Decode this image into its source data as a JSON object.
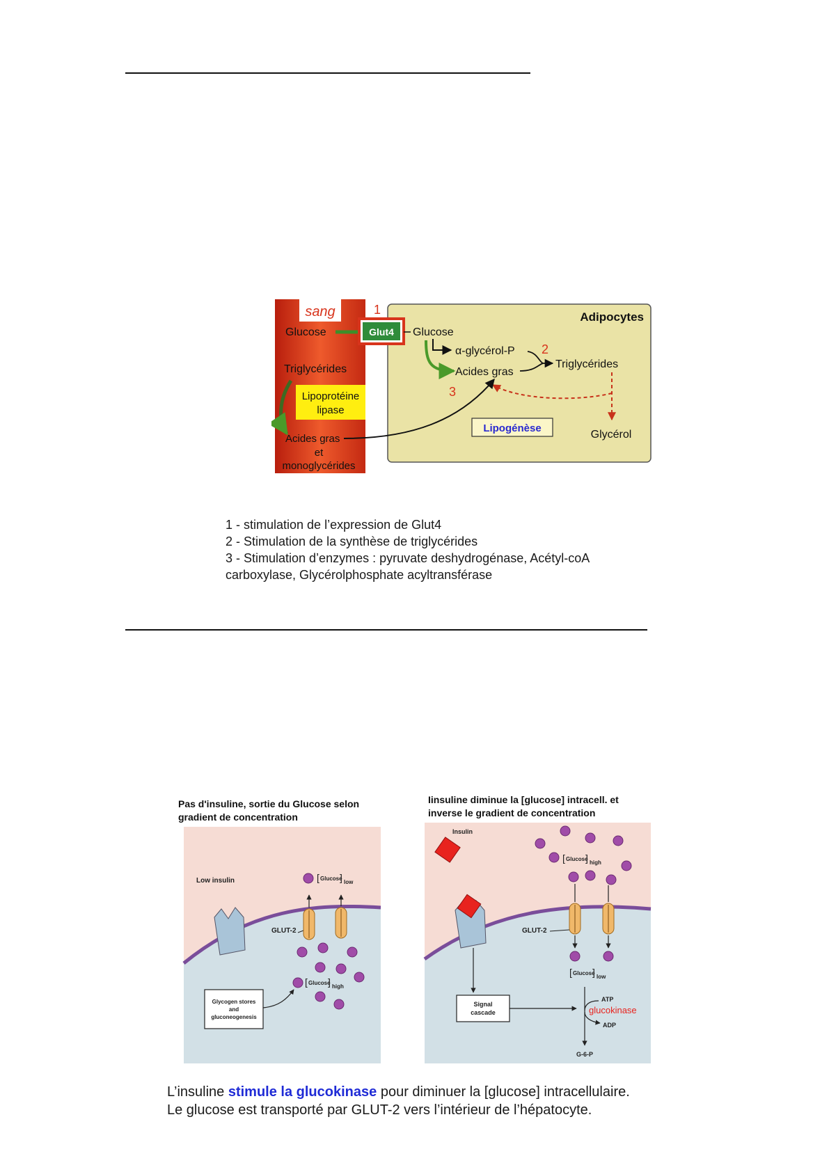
{
  "adipocyte_figure": {
    "sang": "sang",
    "num1": "1",
    "glucose_blood": "Glucose",
    "glut4": "Glut4",
    "glucose_cell": "Glucose",
    "adipocytes": "Adipocytes",
    "alpha_glycerol": "α-glycérol-P",
    "num2": "2",
    "triglycerides_cell": "Triglycérides",
    "acides_gras_cell": "Acides gras",
    "num3": "3",
    "triglycerides_blood": "Triglycérides",
    "lpl_line1": "Lipoprotéine",
    "lpl_line2": "lipase",
    "ag_blood_line1": "Acides gras",
    "ag_blood_line2": "et",
    "ag_blood_line3": "monoglycérides",
    "lipogenese": "Lipogénèse",
    "glycerol": "Glycérol"
  },
  "caption1": {
    "line1": "1 - stimulation de l’expression de Glut4",
    "line2": "2 - Stimulation de la synthèse de triglycérides",
    "line3": "3 - Stimulation d’enzymes : pyruvate deshydrogénase, Acétyl-coA",
    "line4": "carboxylase, Glycérolphosphate acyltransférase"
  },
  "hepato_figure": {
    "left_title_1": "Pas d'insuline, sortie du Glucose selon",
    "left_title_2": "gradient de concentration",
    "right_title_1": "Iinsuline diminue la [glucose] intracell. et",
    "right_title_2": "inverse le gradient de concentration",
    "low_insulin": "Low insulin",
    "glut2_left": "GLUT-2",
    "glucose_word": "Glucose",
    "low": "low",
    "high": "high",
    "glycogen_1": "Glycogen stores",
    "glycogen_2": "and",
    "glycogen_3": "gluconeogenesis",
    "insulin": "Insulin",
    "glut2_right": "GLUT-2",
    "signal_1": "Signal",
    "signal_2": "cascade",
    "atp": "ATP",
    "glucokinase": "glucokinase",
    "adp": "ADP",
    "g6p": "G-6-P"
  },
  "caption2": {
    "line1_pre": "L’insuline ",
    "line1_hl": "stimule la glucokinase",
    "line1_post": " pour diminuer la [glucose] intracellulaire.",
    "line2": "Le glucose est transporté par GLUT-2 vers l’intérieur de l’hépatocyte."
  },
  "colors": {
    "blood_red": "#d93a1c",
    "cell_beige": "#eae3a6",
    "glut4_green": "#2f8c3a",
    "lpl_yellow": "#ffee10",
    "highlight_blue": "#1f2bd6",
    "glucokinase_red": "#e8231e",
    "molecule_purple": "#a04ca8"
  }
}
